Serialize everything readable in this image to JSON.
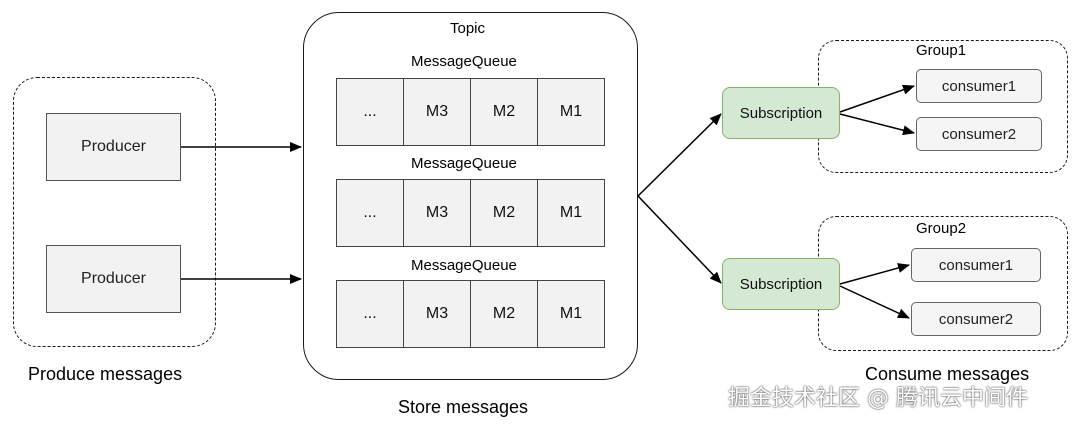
{
  "produce": {
    "producers": [
      "Producer",
      "Producer"
    ],
    "caption": "Produce messages"
  },
  "topic": {
    "title": "Topic",
    "queues": [
      {
        "label": "MessageQueue",
        "cells": [
          "...",
          "M3",
          "M2",
          "M1"
        ]
      },
      {
        "label": "MessageQueue",
        "cells": [
          "...",
          "M3",
          "M2",
          "M1"
        ]
      },
      {
        "label": "MessageQueue",
        "cells": [
          "...",
          "M3",
          "M2",
          "M1"
        ]
      }
    ],
    "caption": "Store messages"
  },
  "consume": {
    "groups": [
      {
        "name": "Group1",
        "subscription": "Subscription",
        "consumers": [
          "consumer1",
          "consumer2"
        ]
      },
      {
        "name": "Group2",
        "subscription": "Subscription",
        "consumers": [
          "consumer1",
          "consumer2"
        ]
      }
    ],
    "caption": "Consume messages"
  },
  "watermark": "掘金技术社区 @ 腾讯云中间件",
  "colors": {
    "subscription_fill": "#d5e8d4",
    "subscription_stroke": "#82b366",
    "node_fill": "#f2f2f2"
  }
}
